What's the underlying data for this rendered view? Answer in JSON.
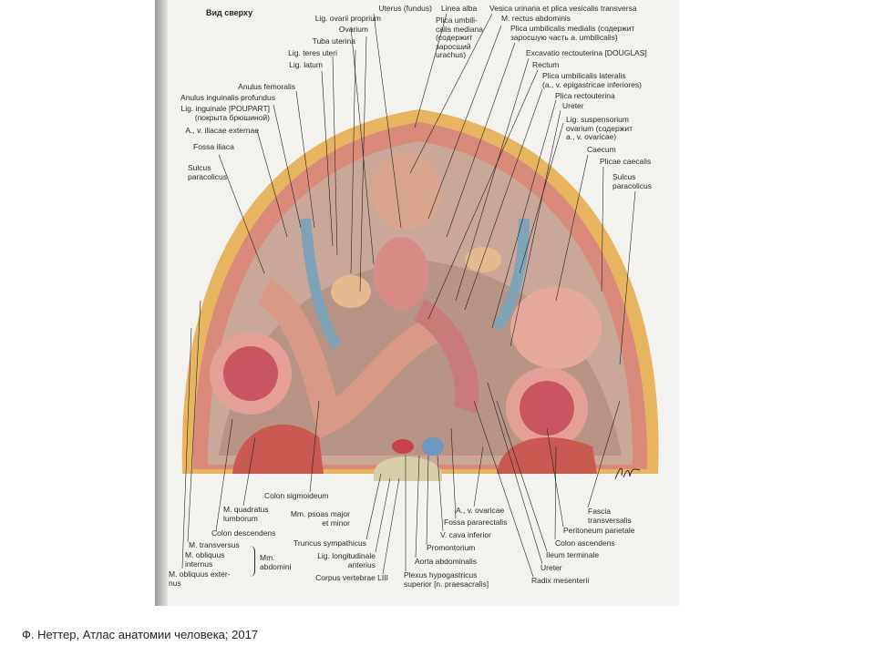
{
  "figure": {
    "view_title": "Вид сверху",
    "labels_top_left": [
      "Uterus (fundus)",
      "Lig. ovarii proprium",
      "Ovarium",
      "Tuba uterina",
      "Lig. teres uteri",
      "Lig. latum",
      "Anulus femoralis",
      "Anulus inguinalis profundus",
      "Lig. inguinale [POUPART]\n(покрыта брюшиной)",
      "A., v. iliacae externae",
      "Fossa iliaca",
      "Sulcus\nparacolicus"
    ],
    "labels_top_right": [
      "Linea alba",
      "Vesica urinaria et plica vesicalis transversa",
      "M. rectus abdominis",
      "Plica umbili-\ncalis mediana\n(содержит\nзаросший\nurachus)",
      "Plica umbilicalis medialis (содержит\nзаросшую часть a. umbilicalis)",
      "Excavatio rectouterina [DOUGLAS]",
      "Rectum",
      "Plica umbilicalis lateralis\n(a., v. epigastricae inferiores)",
      "Plica rectouterina",
      "Ureter",
      "Lig. suspensorium\novarium (содержит\na., v. ovaricae)",
      "Caecum",
      "Plicae caecalis",
      "Sulcus\nparacolicus"
    ],
    "labels_bottom_left": [
      "Colon sigmoideum",
      "M. quadratus\nlumborum",
      "Mm. psoas major\net minor",
      "Colon descendens",
      "M. transversus",
      "M. obliquus\ninternus",
      "M. obliquus exter-\nnus",
      "Mm.\nabdomini",
      "Truncus sympathicus",
      "Lig. longitudinale\nanterius",
      "Corpus vertebrae LIII"
    ],
    "labels_bottom_right": [
      "A., v. ovaricae",
      "Fossa pararectalis",
      "V. cava inferior",
      "Promontorium",
      "Aorta abdominalis",
      "Plexus hypogastricus\nsuperior [n. praesacralis]",
      "Fascia\ntransversalis",
      "Peritoneum parietale",
      "Colon ascendens",
      "Ileum terminale",
      "Ureter",
      "Radix mesenterii"
    ],
    "signature": "F. Netter"
  },
  "caption": "Ф. Неттер, Атлас анатомии человека; 2017"
}
